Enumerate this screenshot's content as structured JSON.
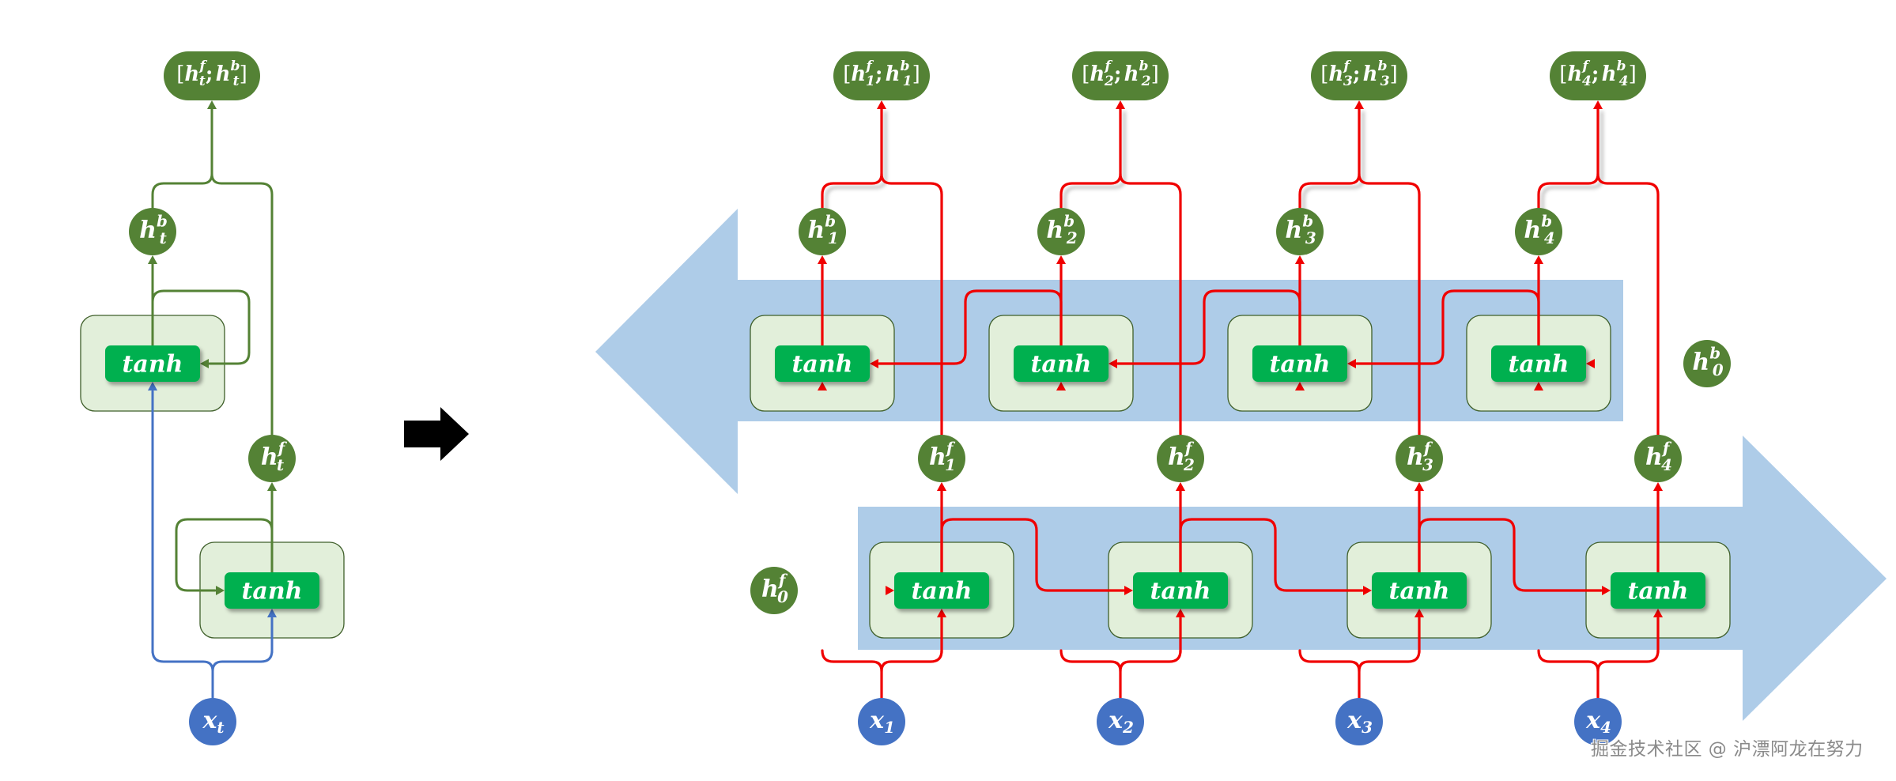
{
  "colors": {
    "node_green": "#548235",
    "tanh_green": "#00B050",
    "cell_fill": "#E2EFDA",
    "cell_stroke": "#3F5F2A",
    "input_blue": "#4472C4",
    "band_blue": "#AECCE8",
    "red_line": "#F00000",
    "green_line": "#548235",
    "blue_line": "#4472C4",
    "black_arrow": "#000000"
  },
  "single_cell": {
    "output_label": {
      "base": "[h",
      "parts": [
        {
          "h": "h",
          "sup": "f",
          "sub": "t"
        },
        {
          "h": "h",
          "sup": "b",
          "sub": "t"
        }
      ]
    },
    "backward_hidden": {
      "h": "h",
      "sup": "b",
      "sub": "t"
    },
    "forward_hidden": {
      "h": "h",
      "sup": "f",
      "sub": "t"
    },
    "input": {
      "x": "x",
      "sub": "t"
    },
    "tanh_label": "tanh"
  },
  "unrolled": {
    "tanh_label": "tanh",
    "initial_forward": {
      "h": "h",
      "sup": "f",
      "sub": "0"
    },
    "initial_backward": {
      "h": "h",
      "sup": "b",
      "sub": "0"
    },
    "steps": [
      {
        "index": "1",
        "input": {
          "x": "x",
          "sub": "1"
        },
        "forward": {
          "h": "h",
          "sup": "f",
          "sub": "1"
        },
        "backward": {
          "h": "h",
          "sup": "b",
          "sub": "1"
        }
      },
      {
        "index": "2",
        "input": {
          "x": "x",
          "sub": "2"
        },
        "forward": {
          "h": "h",
          "sup": "f",
          "sub": "2"
        },
        "backward": {
          "h": "h",
          "sup": "b",
          "sub": "2"
        }
      },
      {
        "index": "3",
        "input": {
          "x": "x",
          "sub": "3"
        },
        "forward": {
          "h": "h",
          "sup": "f",
          "sub": "3"
        },
        "backward": {
          "h": "h",
          "sup": "b",
          "sub": "3"
        }
      },
      {
        "index": "4",
        "input": {
          "x": "x",
          "sub": "4"
        },
        "forward": {
          "h": "h",
          "sup": "f",
          "sub": "4"
        },
        "backward": {
          "h": "h",
          "sup": "b",
          "sub": "4"
        }
      }
    ]
  },
  "watermark": "掘金技术社区 @ 沪漂阿龙在努力"
}
